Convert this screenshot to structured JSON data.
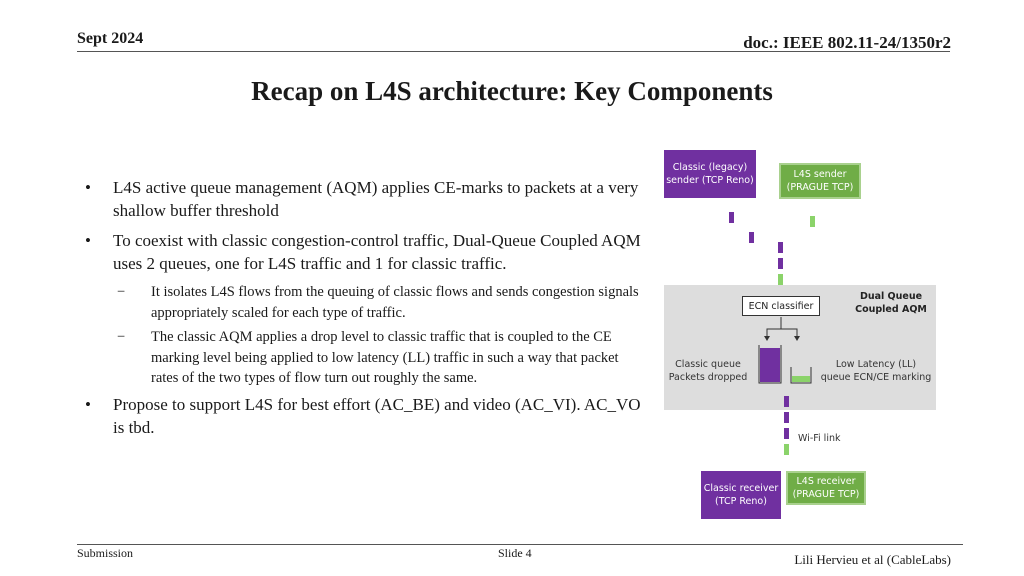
{
  "header": {
    "date": "Sept 2024",
    "doc": "doc.: IEEE 802.11-24/1350r2"
  },
  "title": "Recap on L4S architecture: Key Components",
  "bullets": [
    {
      "marker": "•",
      "text": "L4S active queue management (AQM) applies CE-marks to packets at a very shallow buffer threshold"
    },
    {
      "marker": "•",
      "text": "To coexist with classic congestion-control traffic, Dual-Queue Coupled AQM uses 2 queues, one for L4S traffic and 1 for classic traffic."
    },
    {
      "marker": "−",
      "text": "It isolates L4S flows from the queuing of classic flows and sends congestion signals appropriately scaled for each type of traffic."
    },
    {
      "marker": "−",
      "text": "The classic AQM applies a drop level to classic traffic that is coupled to the CE marking level being applied to low latency (LL) traffic in such a way that packet rates of the two types of flow turn out roughly the same."
    },
    {
      "marker": "•",
      "text": "Propose to support L4S for best effort (AC_BE) and video (AC_VI). AC_VO is tbd."
    }
  ],
  "diagram": {
    "classic_sender": "Classic (legacy) sender (TCP Reno)",
    "l4s_sender": "L4S sender (PRAGUE TCP)",
    "aqm_title": "Dual Queue Coupled AQM",
    "ecn_classifier": "ECN classifier",
    "classic_queue": "Classic queue Packets dropped",
    "ll_queue": "Low Latency (LL) queue ECN/CE marking",
    "wifi_link": "Wi-Fi link",
    "classic_receiver": "Classic receiver (TCP Reno)",
    "l4s_receiver": "L4S receiver (PRAGUE TCP)",
    "colors": {
      "classic": "#7030a0",
      "l4s": "#70ad47",
      "aqm_bg": "#dddddd"
    }
  },
  "footer": {
    "left": "Submission",
    "center": "Slide 4",
    "right": "Lili Hervieu et al (CableLabs)"
  }
}
